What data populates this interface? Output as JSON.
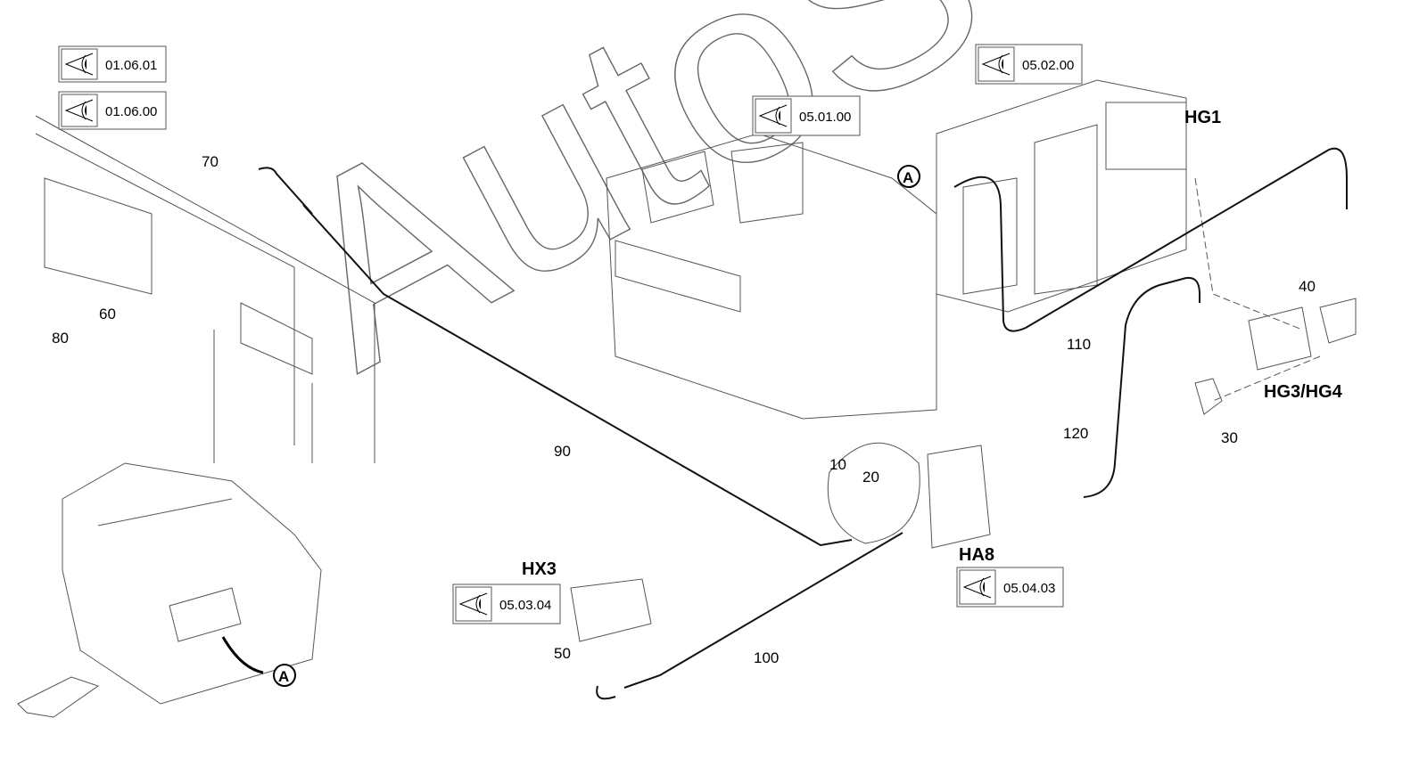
{
  "watermark": "AutoSoft",
  "reference_boxes": [
    {
      "code": "01.06.01",
      "icon": "eye-view-icon"
    },
    {
      "code": "01.06.00",
      "icon": "eye-view-icon"
    },
    {
      "code": "05.01.00",
      "icon": "eye-view-icon"
    },
    {
      "code": "05.02.00",
      "icon": "eye-view-icon"
    },
    {
      "code": "05.03.04",
      "icon": "eye-view-icon"
    },
    {
      "code": "05.04.03",
      "icon": "eye-view-icon"
    }
  ],
  "part_numbers": [
    "70",
    "80",
    "60",
    "90",
    "10",
    "20",
    "100",
    "50",
    "110",
    "120",
    "30",
    "40"
  ],
  "components": [
    "HG1",
    "HG3/HG4",
    "HX3",
    "HA8"
  ],
  "detail_marker": "A"
}
